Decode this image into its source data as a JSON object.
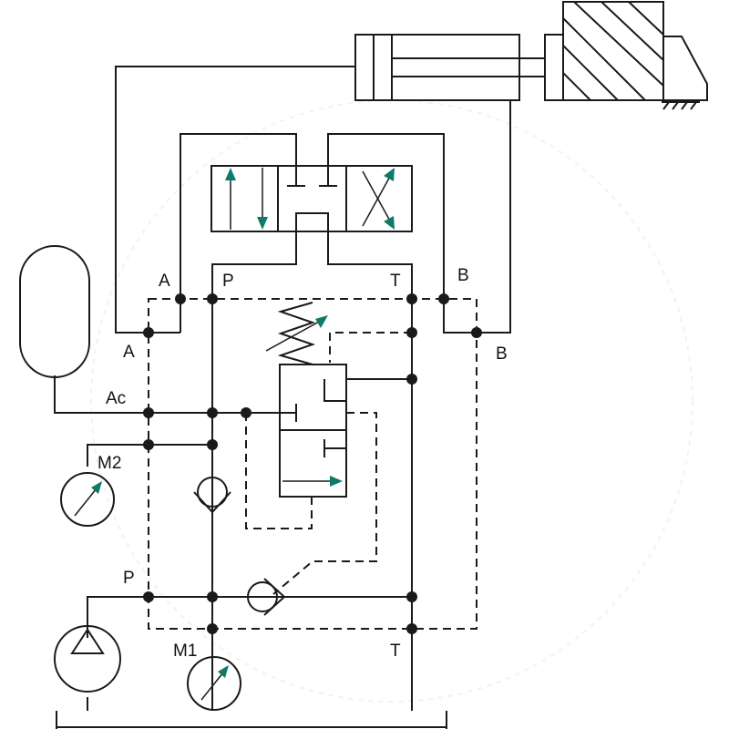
{
  "colors": {
    "component_fill": "#cfe0d9",
    "arrow_accent": "#0f7a6a",
    "line": "#1a1a1a",
    "watermark": "#eef3f1"
  },
  "labels": {
    "valve_port_a": "A",
    "valve_port_p": "P",
    "valve_port_t": "T",
    "valve_port_b": "B",
    "block_port_a": "A",
    "block_port_b": "B",
    "port_ac": "Ac",
    "gauge_m2": "M2",
    "port_p": "P",
    "gauge_m1": "M1",
    "port_t": "T"
  },
  "icons": {
    "cylinder": "double-acting-cylinder-icon",
    "load": "hatched-mass-icon",
    "ground": "ground-hatch-icon",
    "valve": "directional-valve-icon",
    "accumulator": "accumulator-icon",
    "gauge": "pressure-gauge-icon",
    "pump": "pump-icon",
    "check_valve": "check-valve-icon",
    "charging_valve": "accumulator-charging-valve-icon"
  }
}
